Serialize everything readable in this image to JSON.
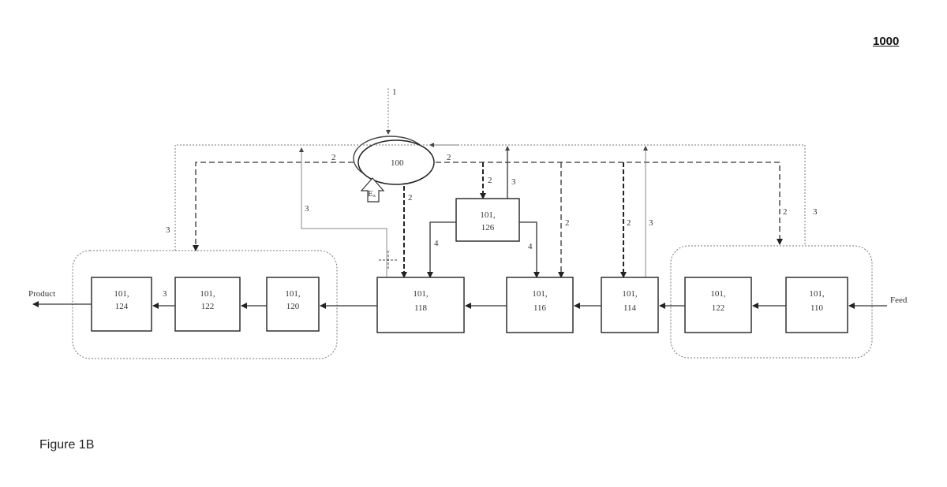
{
  "figure": {
    "number": "1000",
    "caption": "Figure 1B"
  },
  "nodes": {
    "central": "100",
    "es": "Eₓ",
    "b124": [
      "101,",
      "124"
    ],
    "b122a": [
      "101,",
      "122"
    ],
    "b120": [
      "101,",
      "120"
    ],
    "b118": [
      "101,",
      "118"
    ],
    "b116": [
      "101,",
      "116"
    ],
    "b114": [
      "101,",
      "114"
    ],
    "b122b": [
      "101,",
      "122"
    ],
    "b110": [
      "101,",
      "110"
    ],
    "b126": [
      "101,",
      "126"
    ]
  },
  "io": {
    "product": "Product",
    "feed": "Feed"
  },
  "stream_labels": {
    "in_top": "1",
    "to_left_group": "2",
    "from_left_group": "3",
    "left_vertical": "3",
    "down_to_118": "2",
    "right_of_100": "2",
    "to_126": "2",
    "from_126_up": "3",
    "b126_to_118": "4",
    "b126_to_116": "4",
    "to_116": "2",
    "to_114": "2",
    "from_114_up": "3",
    "to_right_group": "2",
    "right_outer": "3",
    "b124_b122": "3"
  }
}
